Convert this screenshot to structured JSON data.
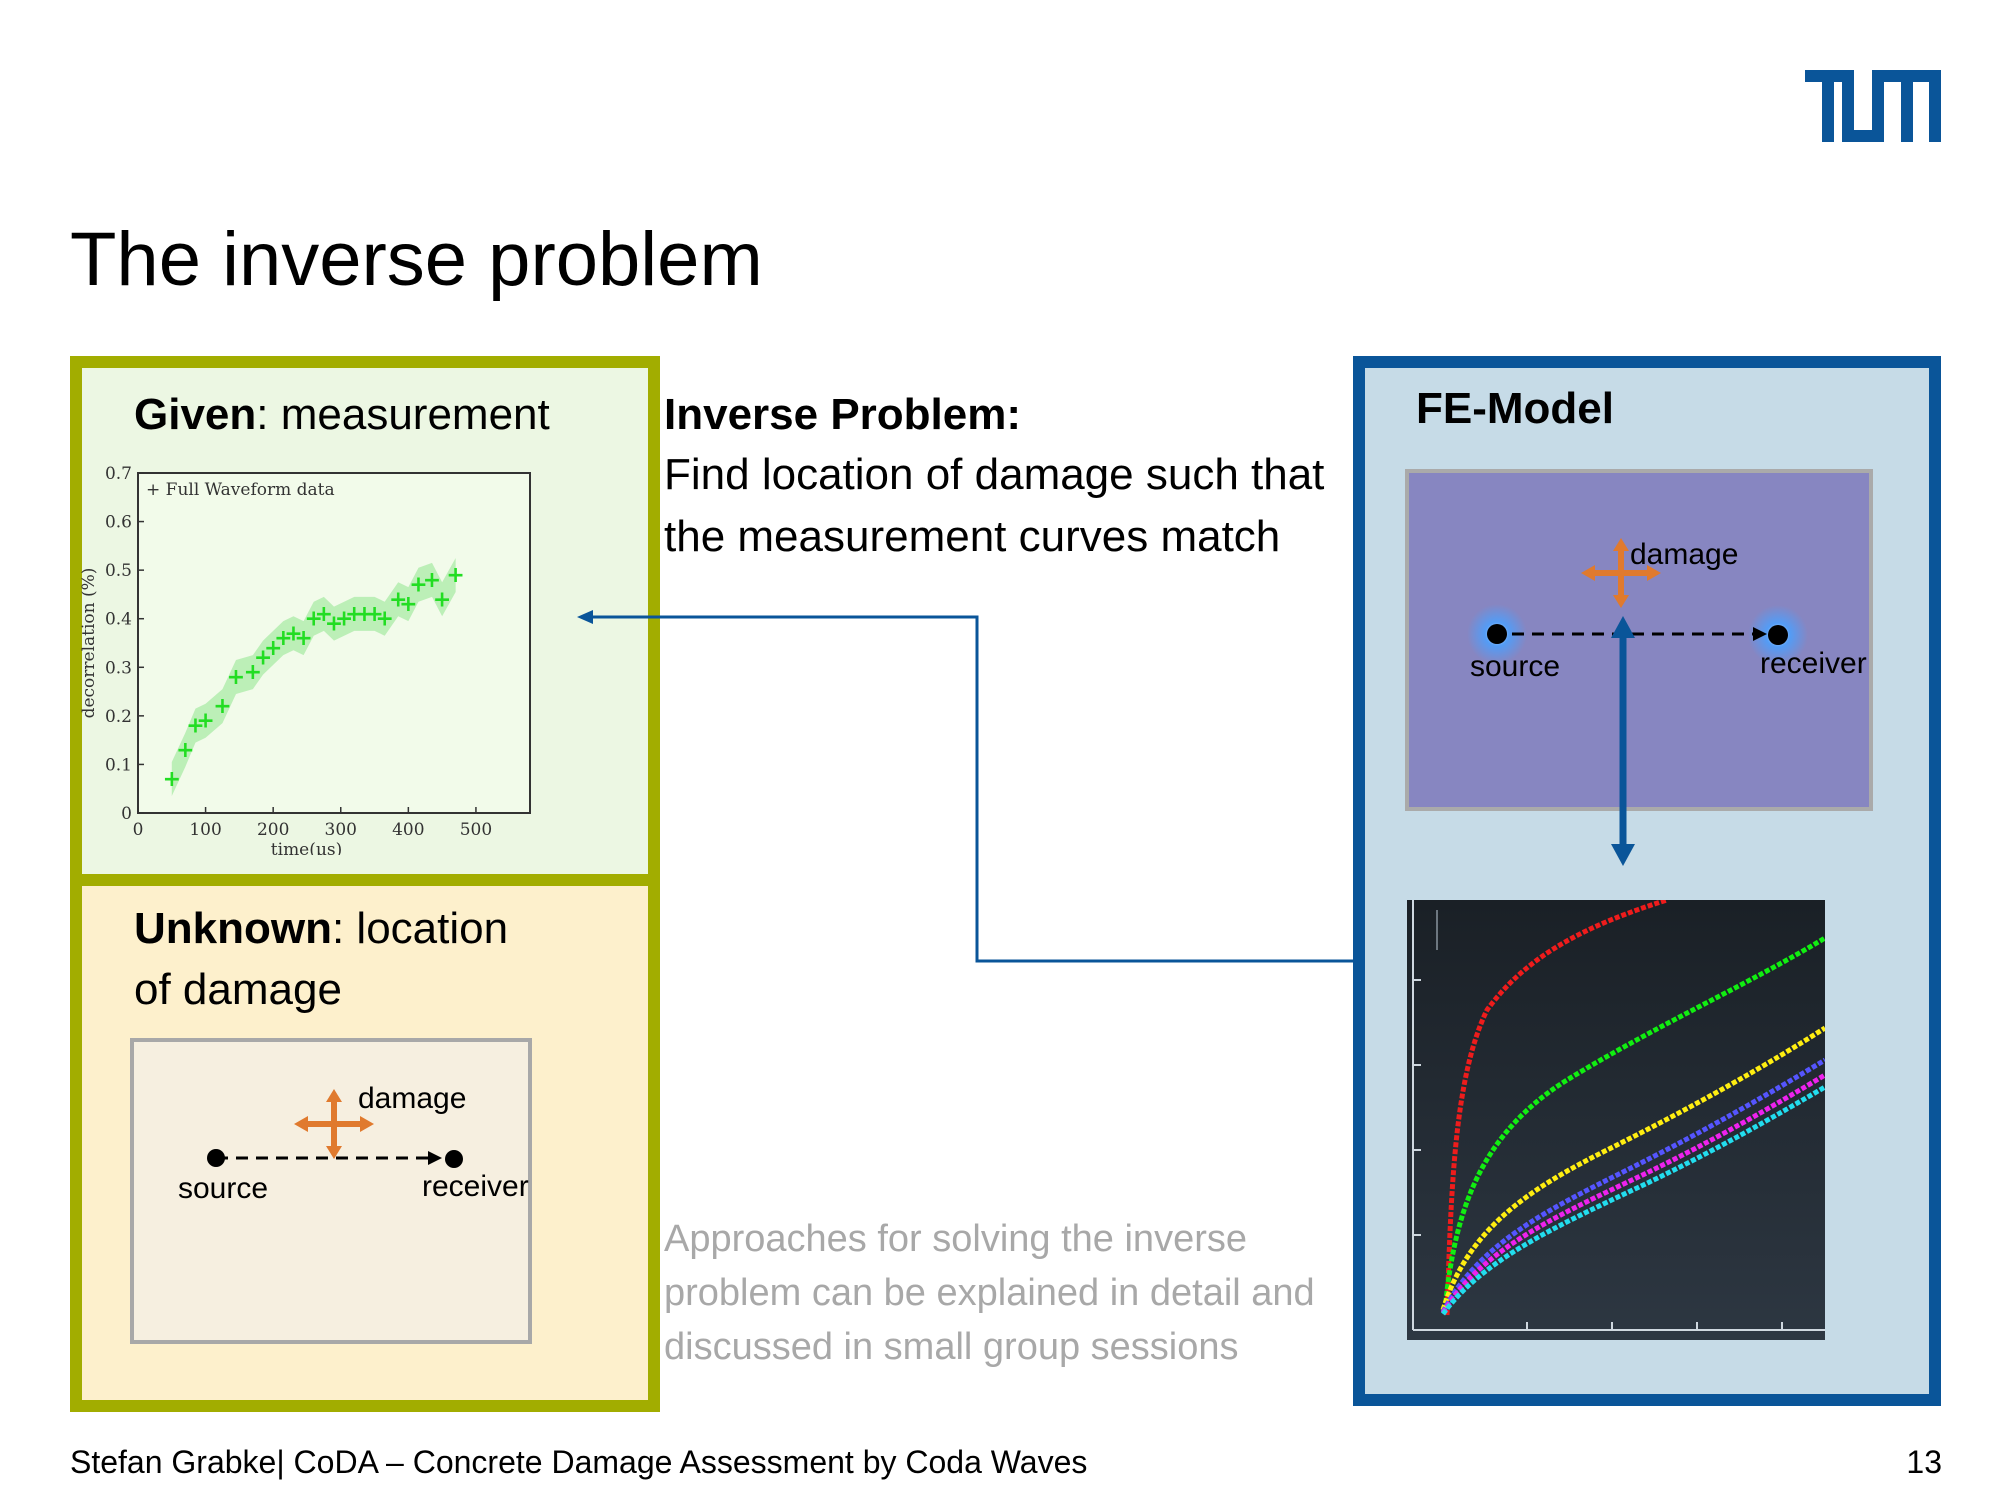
{
  "slide": {
    "title": "The inverse problem",
    "page_number": "13",
    "footer": "Stefan Grabke| CoDA – Concrete Damage Assessment by Coda Waves",
    "brand_color": "#0a5599",
    "accent_color": "#a2ad00"
  },
  "given": {
    "bold": "Given",
    "rest": ": measurement"
  },
  "unknown": {
    "bold": "Unknown",
    "rest_line1": ": location",
    "line2": "of damage"
  },
  "inverse": {
    "title": "Inverse Problem:",
    "lines": [
      "Find location of damage such that",
      "the measurement curves match"
    ]
  },
  "approaches": {
    "lines": [
      "Approaches for solving the inverse",
      "problem can be explained in detail and",
      "discussed in small group sessions"
    ]
  },
  "fe_model": {
    "title": "FE-Model"
  },
  "diagram": {
    "damage": "damage",
    "source": "source",
    "receiver": "receiver"
  },
  "chart_data": {
    "type": "scatter",
    "legend": "Full Waveform data",
    "xlabel": "time(µs)",
    "ylabel": "decorrelation (%)",
    "xlim": [
      0,
      580
    ],
    "ylim": [
      0,
      0.7
    ],
    "xticks": [
      "0",
      "100",
      "200",
      "300",
      "400",
      "500"
    ],
    "yticks": [
      "0",
      "0.1",
      "0.2",
      "0.3",
      "0.4",
      "0.5",
      "0.6",
      "0.7"
    ],
    "series": [
      {
        "name": "Full Waveform data",
        "color": "#22dd22",
        "x": [
          50,
          70,
          85,
          100,
          125,
          145,
          170,
          185,
          200,
          215,
          230,
          245,
          260,
          275,
          290,
          305,
          320,
          335,
          350,
          365,
          385,
          400,
          415,
          435,
          450,
          470
        ],
        "y": [
          0.07,
          0.13,
          0.18,
          0.19,
          0.22,
          0.28,
          0.29,
          0.32,
          0.34,
          0.36,
          0.37,
          0.36,
          0.4,
          0.41,
          0.39,
          0.4,
          0.41,
          0.41,
          0.41,
          0.4,
          0.44,
          0.43,
          0.47,
          0.48,
          0.44,
          0.49
        ]
      }
    ]
  }
}
